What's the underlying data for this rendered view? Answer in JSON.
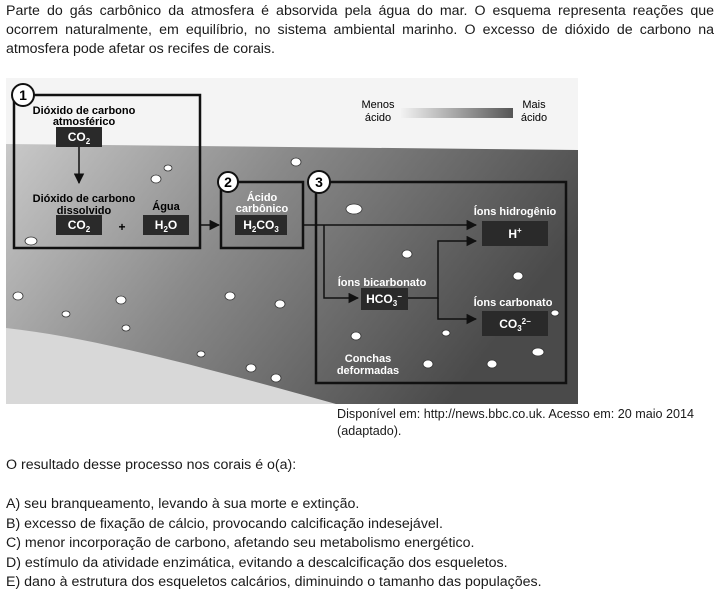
{
  "intro_text": "Parte do gás carbônico da atmosfera é absorvida pela água do mar. O esquema representa reações que ocorrem naturalmente, em equilíbrio, no sistema ambiental marinho. O excesso de dióxido de carbono na atmosfera pode afetar os recifes de corais.",
  "diagram": {
    "legend": {
      "low_top": "Menos",
      "low_bottom": "ácido",
      "high_top": "Mais",
      "high_bottom": "ácido"
    },
    "box1_number": "1",
    "box2_number": "2",
    "box3_number": "3",
    "co2_atm_line1": "Dióxido de carbono",
    "co2_atm_line2": "atmosférico",
    "co2_dis_line1": "Dióxido de carbono",
    "co2_dis_line2": "dissolvido",
    "agua_label": "Água",
    "plus": "+",
    "acido_line1": "Ácido",
    "acido_line2": "carbônico",
    "hidrogenio_label": "Íons hidrogênio",
    "bicarbonato_label": "Íons bicarbonato",
    "carbonato_label": "Íons carbonato",
    "conchas_line1": "Conchas",
    "conchas_line2": "deformadas",
    "formula_co2_main": "CO",
    "formula_co2_sub": "2",
    "formula_h2o_h": "H",
    "formula_h2o_sub": "2",
    "formula_h2o_o": "O",
    "formula_h2co3_h": "H",
    "formula_h2co3_sub1": "2",
    "formula_h2co3_co": "CO",
    "formula_h2co3_sub2": "3",
    "formula_h_plus_main": "H",
    "formula_h_plus_sup": "+",
    "formula_hco3_main": "HCO",
    "formula_hco3_sub": "3",
    "formula_hco3_sup": "−",
    "formula_co3_main": "CO",
    "formula_co3_sub": "3",
    "formula_co3_sup": "2−"
  },
  "source_text": "Disponível em: http://news.bbc.co.uk. Acesso em: 20 maio 2014 (adaptado).",
  "question_text": "O resultado desse processo nos corais é o(a):",
  "options": [
    "A) seu branqueamento, levando à sua morte e extinção.",
    "B) excesso de fixação de cálcio, provocando calcificação indesejável.",
    "C) menor incorporação de carbono, afetando seu metabolismo energético.",
    "D) estímulo da atividade enzimática, evitando a descalcificação dos esqueletos.",
    "E) dano à estrutura dos esqueletos calcários, diminuindo o tamanho das populações."
  ]
}
